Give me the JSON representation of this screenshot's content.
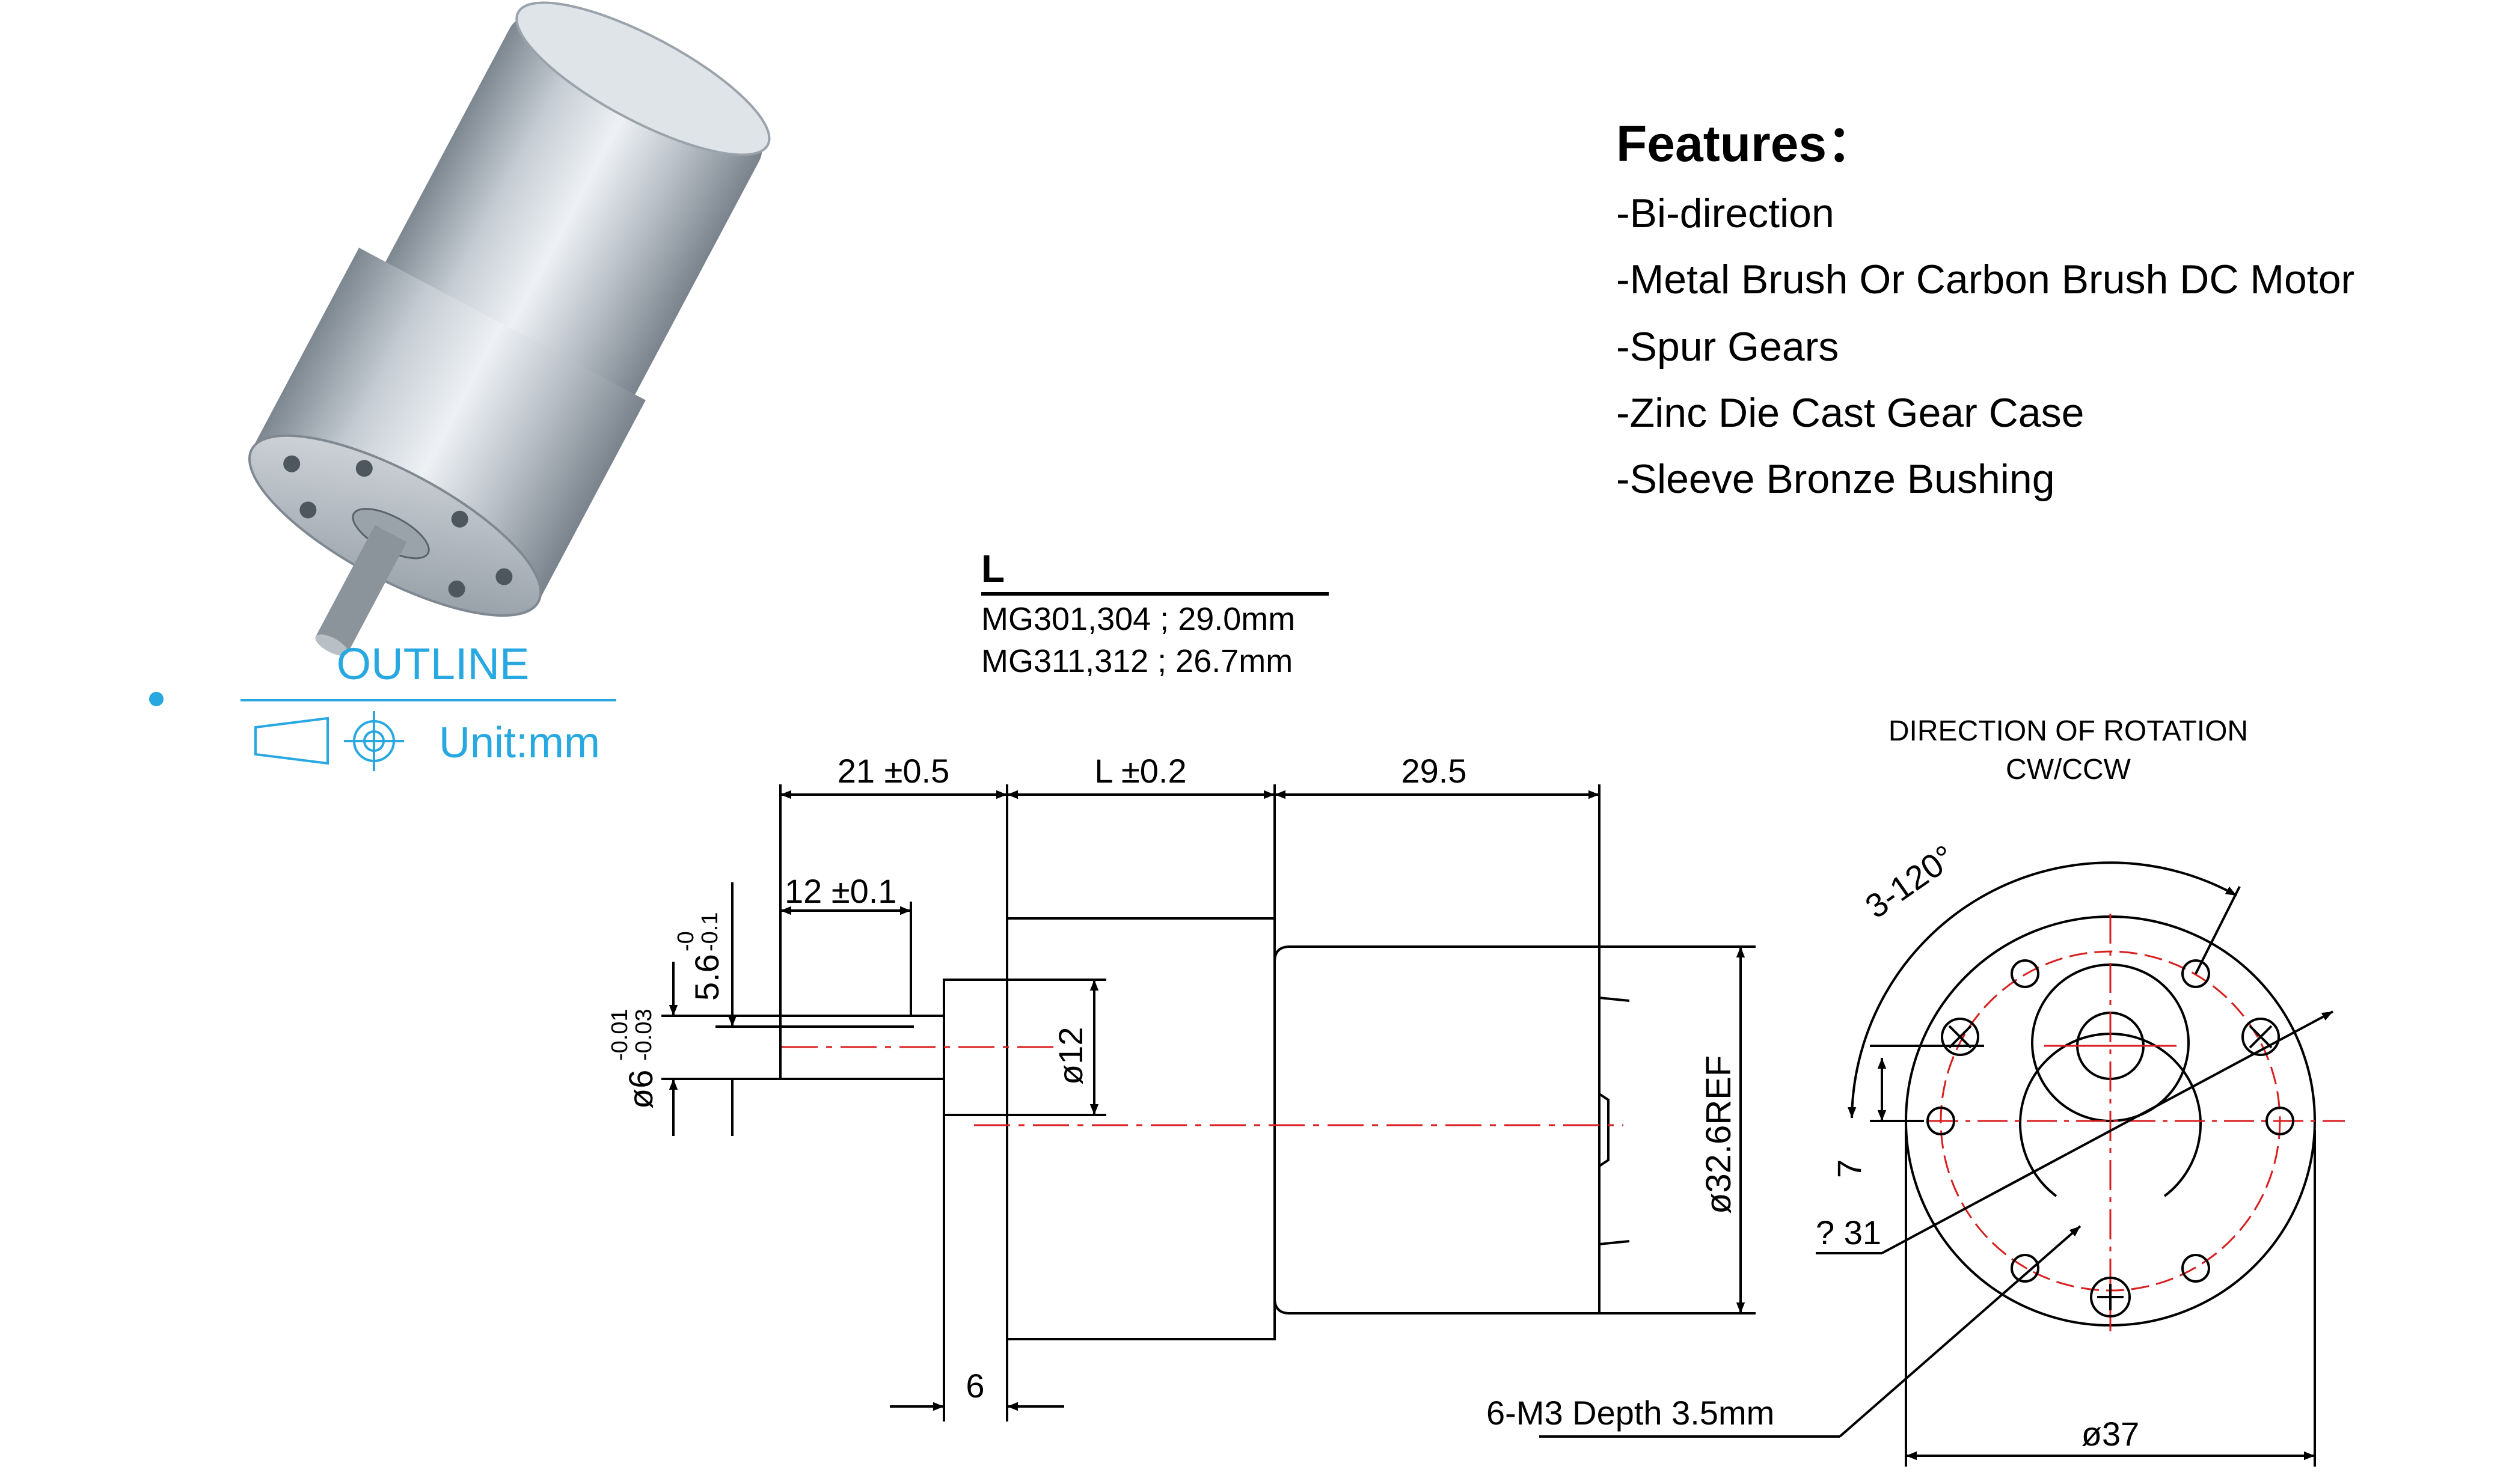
{
  "features": {
    "title": "Features：",
    "items": [
      "-Bi-direction",
      "-Metal Brush Or Carbon Brush DC Motor",
      "-Spur Gears",
      "-Zinc Die Cast Gear Case",
      "-Sleeve Bronze Bushing"
    ]
  },
  "outline": {
    "label": "OUTLINE",
    "unit": "Unit:mm"
  },
  "length_table": {
    "header": "L",
    "rows": [
      "MG301,304 ; 29.0mm",
      "MG311,312 ; 26.7mm"
    ]
  },
  "rotation": {
    "title": "DIRECTION OF ROTATION",
    "subtitle": "CW/CCW"
  },
  "dimensions": {
    "shaft_length": "21 ±0.5",
    "body_length": "L ±0.2",
    "motor_length": "29.5",
    "flat_length": "12 ±0.1",
    "flat_height": "5.6",
    "flat_height_tol_top": "-0",
    "flat_height_tol_bottom": "-0.1",
    "shaft_diameter": "ø6",
    "shaft_diameter_tol_top": "-0.01",
    "shaft_diameter_tol_bottom": "-0.03",
    "boss_diameter": "ø12",
    "motor_diameter": "ø32.6REF",
    "boss_height": "6",
    "angle": "3-120°",
    "offset": "7",
    "pcd": "? 31",
    "holes": "6-M3 Depth 3.5mm",
    "case_diameter": "ø37"
  },
  "colors": {
    "outline_blue": "#27a8e0",
    "centerline_red": "#d81e1e",
    "ink": "#000000",
    "accent_orange": "#f5a64a"
  }
}
